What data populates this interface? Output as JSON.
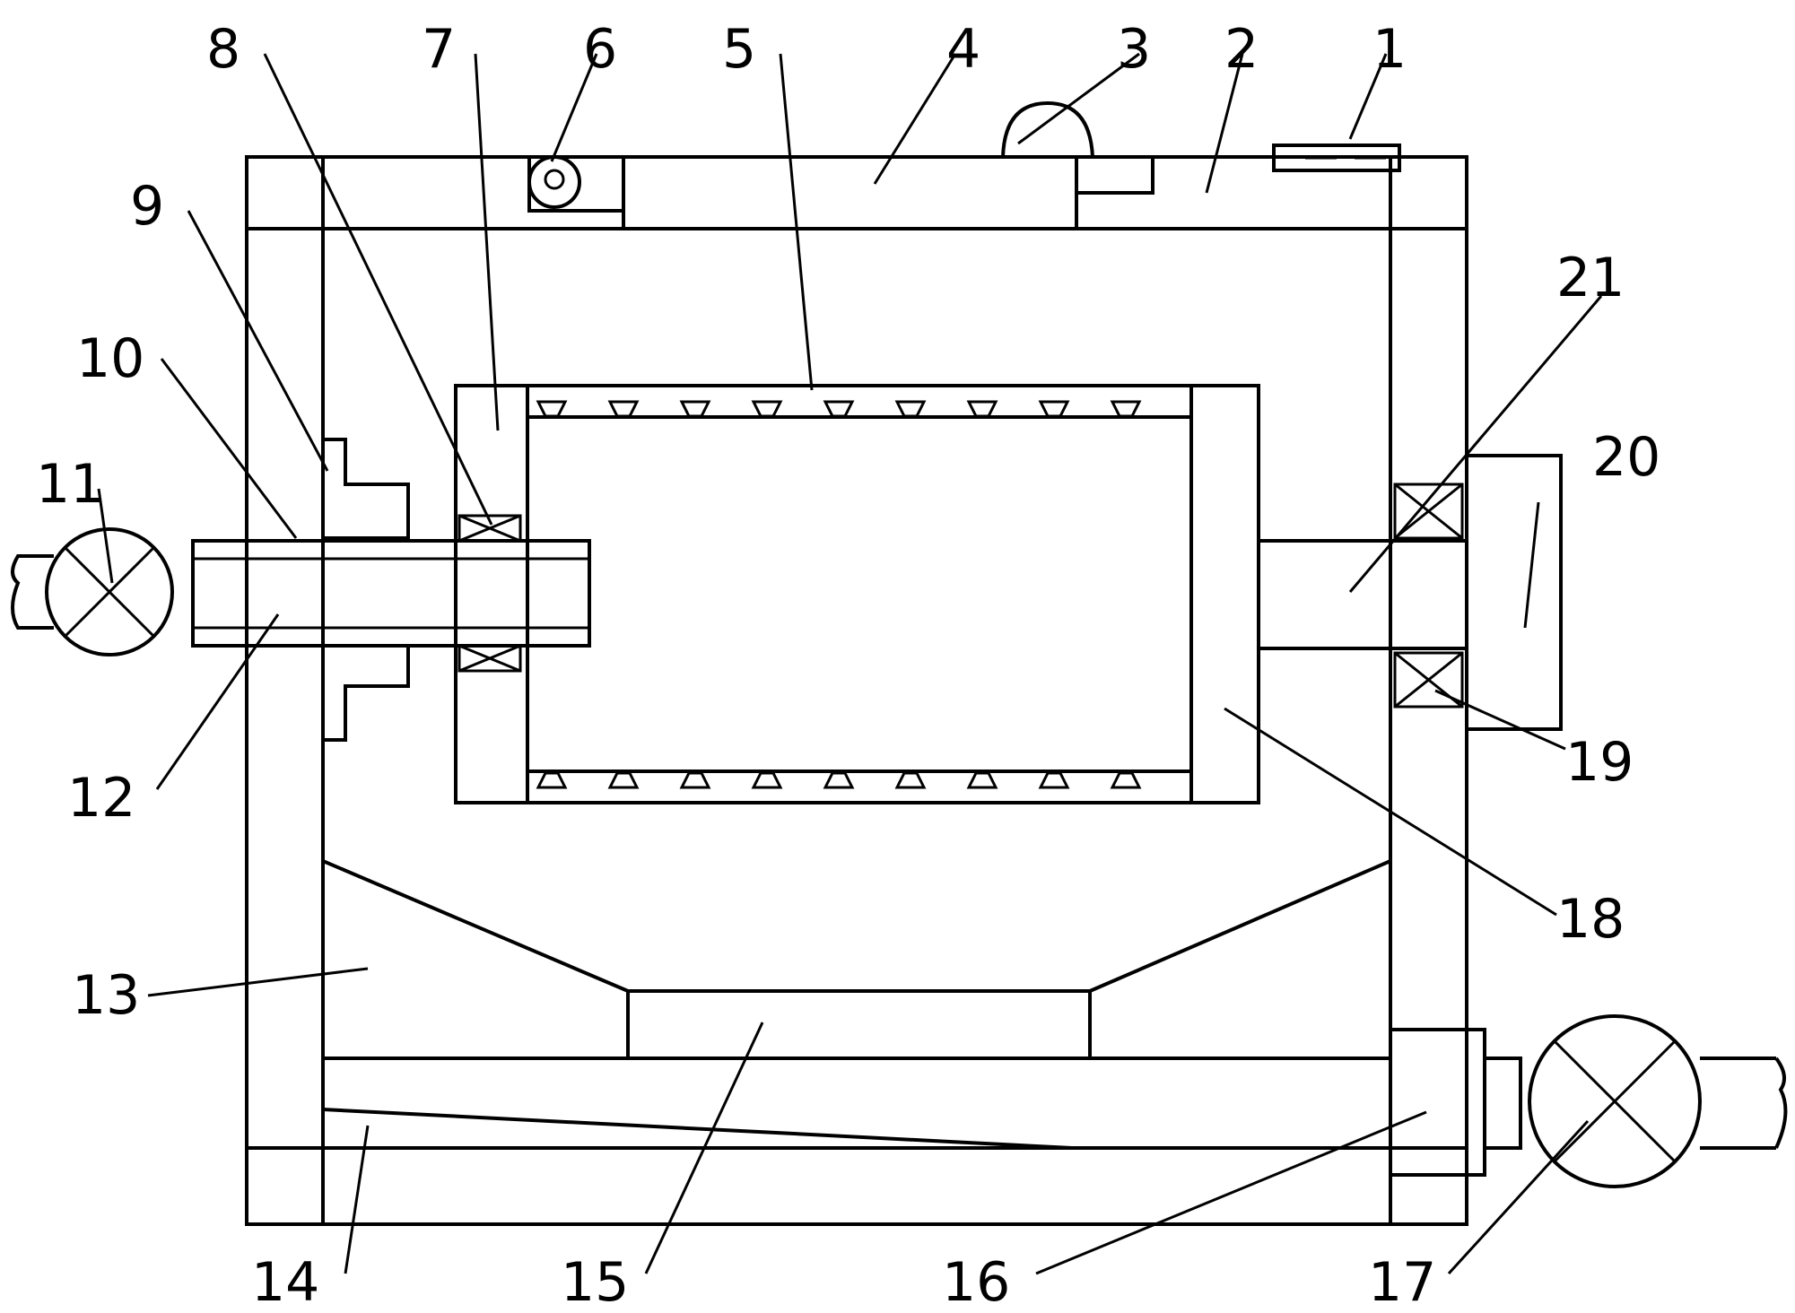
{
  "callouts": [
    {
      "id": "1"
    },
    {
      "id": "2"
    },
    {
      "id": "3"
    },
    {
      "id": "4"
    },
    {
      "id": "5"
    },
    {
      "id": "6"
    },
    {
      "id": "7"
    },
    {
      "id": "8"
    },
    {
      "id": "9"
    },
    {
      "id": "10"
    },
    {
      "id": "11"
    },
    {
      "id": "12"
    },
    {
      "id": "13"
    },
    {
      "id": "14"
    },
    {
      "id": "15"
    },
    {
      "id": "16"
    },
    {
      "id": "17"
    },
    {
      "id": "18"
    },
    {
      "id": "19"
    },
    {
      "id": "20"
    },
    {
      "id": "21"
    }
  ],
  "colors": {
    "line": "#000000",
    "background": "#ffffff"
  }
}
